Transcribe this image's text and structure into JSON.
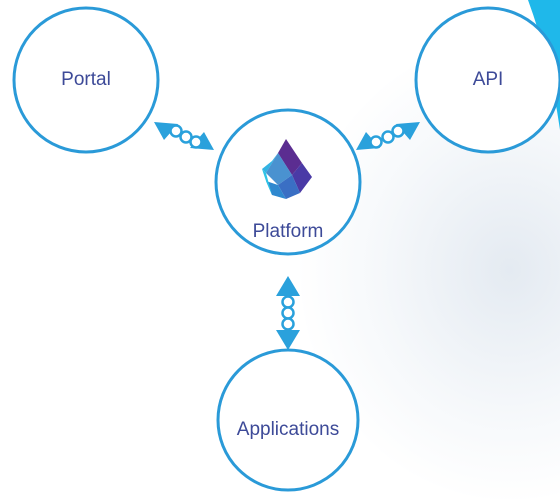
{
  "nodes": {
    "portal": {
      "label": "Portal"
    },
    "api": {
      "label": "API"
    },
    "platform": {
      "label": "Platform"
    },
    "applications": {
      "label": "Applications"
    }
  },
  "colors": {
    "node_stroke": "#2a9ad8",
    "connector": "#2aa1dc",
    "label": "#3d4a98",
    "logo_light": "#2ec4e6",
    "logo_mid": "#3a6fc4",
    "logo_dark": "#5b2d91",
    "corner_accent": "#1fb8ea"
  },
  "icons": {
    "logo": "platform-logo-icon"
  }
}
